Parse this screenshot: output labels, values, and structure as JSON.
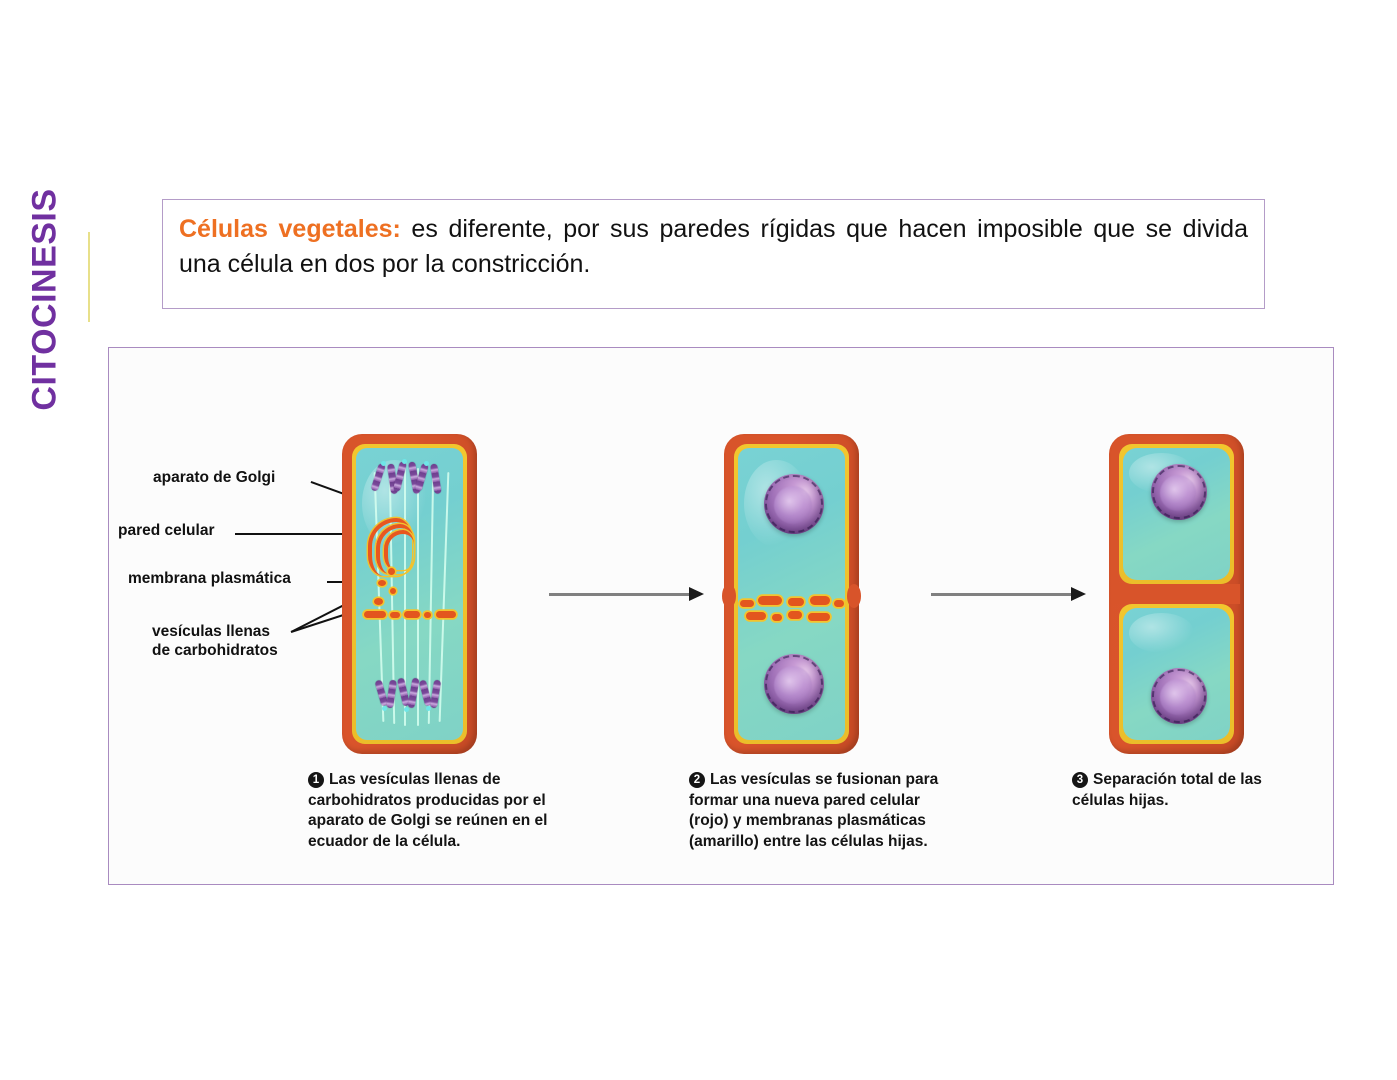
{
  "slide": {
    "side_title": "CITOCINESIS",
    "accent_purple": "#7030A0",
    "accent_orange": "#EE7022",
    "border_purple": "#A98BC0",
    "divider_yellow": "#E8E08A"
  },
  "statement": {
    "lead": "Células vegetales:",
    "body": " es diferente, por sus paredes rígidas que hacen imposible que se divida una célula en dos por la constricción."
  },
  "figure": {
    "callouts": [
      {
        "id": "golgi",
        "text": "aparato de Golgi"
      },
      {
        "id": "pared",
        "text": "pared celular"
      },
      {
        "id": "membrana",
        "text": "membrana plasmática"
      },
      {
        "id": "vesiculas_l1",
        "text": "vesículas llenas"
      },
      {
        "id": "vesiculas_l2",
        "text": "de carbohidratos"
      }
    ],
    "stages": [
      {
        "number": "1",
        "caption": "Las vesículas llenas de carbohidratos producidas por el aparato de Golgi se reúnen en el ecuador de la célula."
      },
      {
        "number": "2",
        "caption": "Las vesículas se fusionan para formar una nueva pared celular (rojo) y membranas plasmáticas (amarillo) entre las células hijas."
      },
      {
        "number": "3",
        "caption": "Separación total de las células hijas."
      }
    ],
    "colors": {
      "cell_wall": "#D8542A",
      "plasma_membrane": "#F2C62E",
      "cytoplasm": "#79D2D4",
      "chromosome": "#7B4A9B",
      "nucleus": "#A071B8",
      "vesicle": "#E3561E",
      "arrow": "#808080"
    }
  }
}
